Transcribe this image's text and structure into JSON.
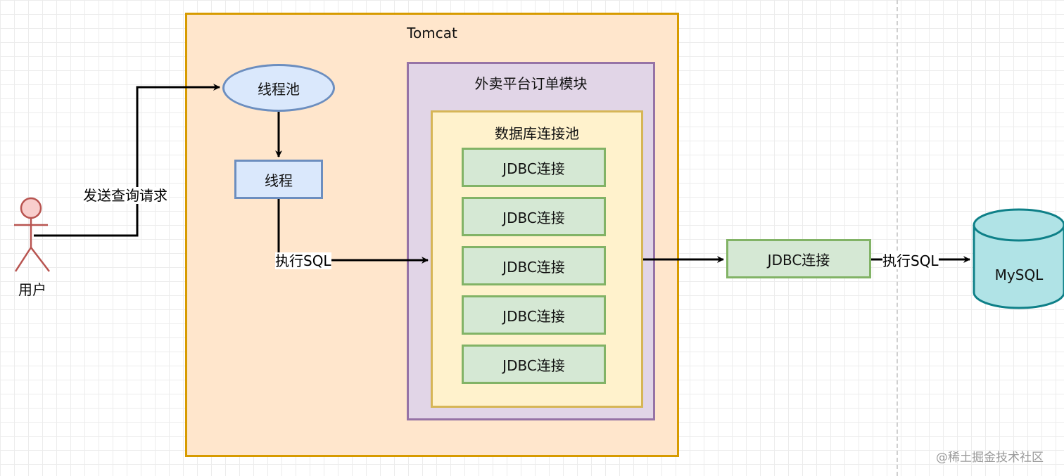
{
  "tomcat": {
    "title": "Tomcat"
  },
  "thread_pool": {
    "label": "线程池"
  },
  "thread": {
    "label": "线程"
  },
  "order_module": {
    "title": "外卖平台订单模块"
  },
  "connection_pool": {
    "title": "数据库连接池",
    "connections": [
      "JDBC连接",
      "JDBC连接",
      "JDBC连接",
      "JDBC连接",
      "JDBC连接"
    ]
  },
  "external_connection": {
    "label": "JDBC连接"
  },
  "database": {
    "label": "MySQL"
  },
  "user": {
    "label": "用户"
  },
  "edges": {
    "send_query": "发送查询请求",
    "execute_sql_internal": "执行SQL",
    "execute_sql_external": "执行SQL"
  },
  "watermark": "@稀土掘金技术社区",
  "colors": {
    "tomcat_fill": "#ffe6cc",
    "tomcat_border": "#d79b00",
    "module_fill": "#e1d5e7",
    "module_border": "#9673a6",
    "pool_fill": "#fff2cc",
    "pool_border": "#d6b656",
    "jdbc_fill": "#d5e8d4",
    "jdbc_border": "#82b366",
    "thread_fill": "#dae8fc",
    "thread_border": "#6c8ebf",
    "db_fill": "#b0e3e6",
    "db_border": "#0e8088",
    "actor_fill": "#f8cecc",
    "actor_border": "#b85450"
  }
}
